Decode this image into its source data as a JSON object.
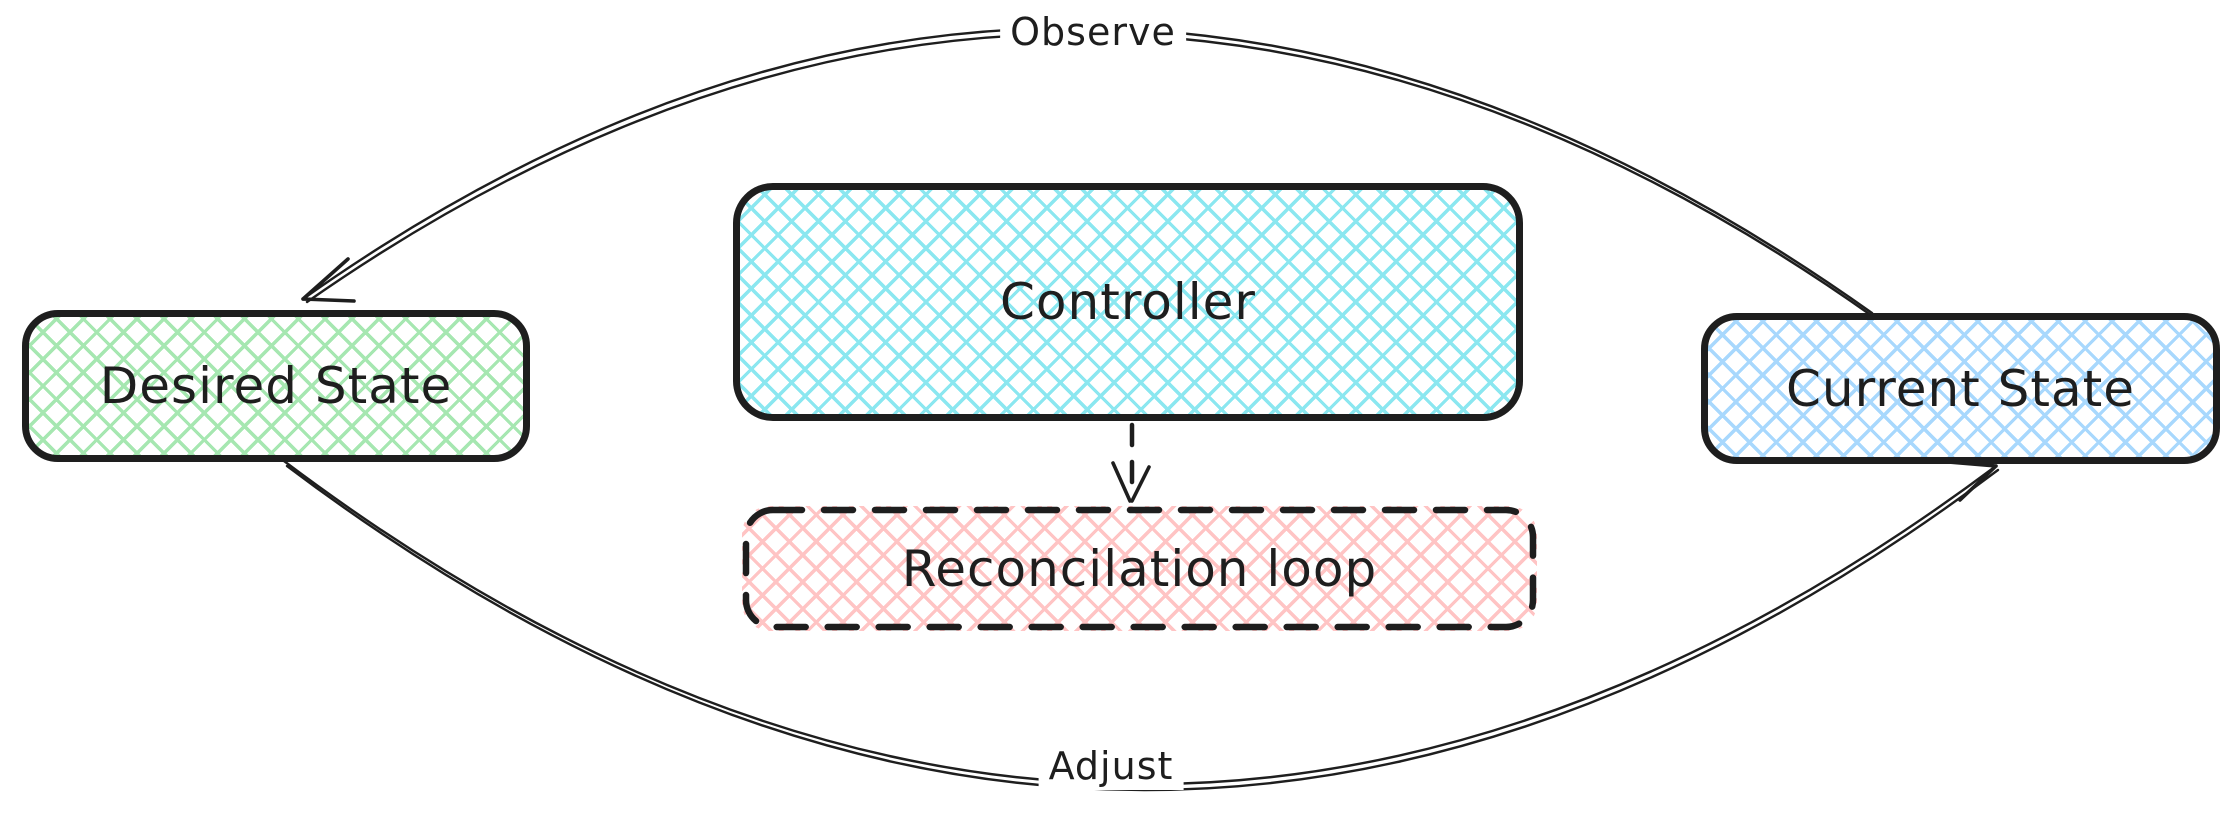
{
  "diagram": {
    "type": "flow-diagram",
    "nodes": {
      "desired_state": {
        "label": "Desired State",
        "fill_color": "#a6e7b1",
        "border_style": "solid"
      },
      "controller": {
        "label": "Controller",
        "fill_color": "#8be7f0",
        "border_style": "solid"
      },
      "reconciliation_loop": {
        "label": "Reconcilation loop",
        "fill_color": "#ffc4c4",
        "border_style": "dashed"
      },
      "current_state": {
        "label": "Current State",
        "fill_color": "#a8d8fd",
        "border_style": "solid"
      }
    },
    "edges": {
      "observe": {
        "label": "Observe",
        "from": "current_state",
        "to": "desired_state",
        "style": "solid-arc"
      },
      "adjust": {
        "label": "Adjust",
        "from": "desired_state",
        "to": "current_state",
        "style": "solid-arc"
      },
      "controller_to_loop": {
        "label": "",
        "from": "controller",
        "to": "reconciliation_loop",
        "style": "dashed"
      }
    },
    "colors": {
      "stroke": "#1e1e1e",
      "desired_fill": "#a6e7b1",
      "controller_fill": "#8be7f0",
      "reconciliation_fill": "#ffc4c4",
      "current_fill": "#a8d8fd"
    }
  }
}
